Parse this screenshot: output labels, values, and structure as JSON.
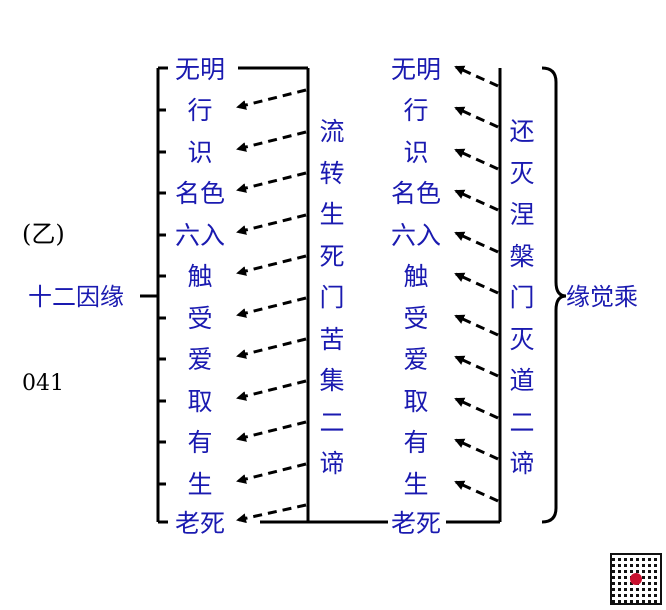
{
  "colors": {
    "text": "#1a1ab0",
    "line": "#000000"
  },
  "left_labels": {
    "yi": "(乙)",
    "twelve": "十二因缘",
    "number": "041"
  },
  "chain_left": [
    "无明",
    "行",
    "识",
    "名色",
    "六入",
    "触",
    "受",
    "爱",
    "取",
    "有",
    "生",
    "老死"
  ],
  "chain_right": [
    "无明",
    "行",
    "识",
    "名色",
    "六入",
    "触",
    "受",
    "爱",
    "取",
    "有",
    "生",
    "老死"
  ],
  "middle_vertical": [
    "流",
    "转",
    "生",
    "死",
    "门",
    "苦",
    "集",
    "二",
    "谛"
  ],
  "right_vertical": [
    "还",
    "灭",
    "涅",
    "槃",
    "门",
    "灭",
    "道",
    "二",
    "谛"
  ],
  "brace_label": "缘觉乘",
  "qr": {
    "icon": "qr-code-icon"
  }
}
